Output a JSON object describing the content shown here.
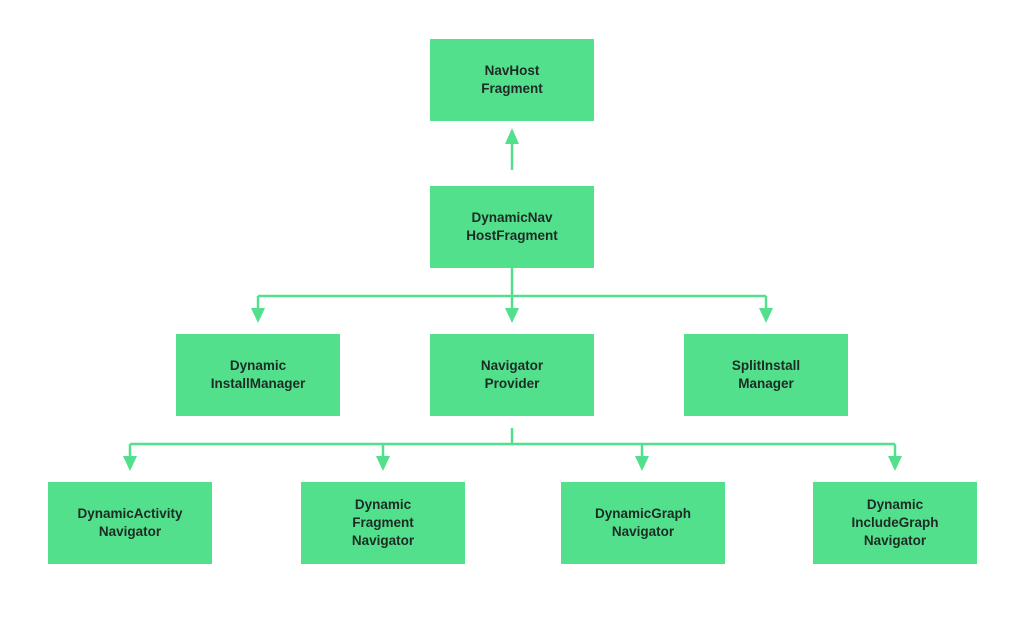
{
  "diagram": {
    "colors": {
      "node_fill": "#52e08d",
      "connector": "#52e08d",
      "text": "#1d2b24",
      "background": "#ffffff"
    },
    "nodes": {
      "navhost_fragment": {
        "line1": "NavHost",
        "line2": "Fragment",
        "line3": ""
      },
      "dynamic_navhost_fragment": {
        "line1": "DynamicNav",
        "line2": "HostFragment",
        "line3": ""
      },
      "dynamic_install_manager": {
        "line1": "Dynamic",
        "line2": "InstallManager",
        "line3": ""
      },
      "navigator_provider": {
        "line1": "Navigator",
        "line2": "Provider",
        "line3": ""
      },
      "split_install_manager": {
        "line1": "SplitInstall",
        "line2": "Manager",
        "line3": ""
      },
      "dynamic_activity_navigator": {
        "line1": "DynamicActivity",
        "line2": "Navigator",
        "line3": ""
      },
      "dynamic_fragment_navigator": {
        "line1": "Dynamic",
        "line2": "Fragment",
        "line3": "Navigator"
      },
      "dynamic_graph_navigator": {
        "line1": "DynamicGraph",
        "line2": "Navigator",
        "line3": ""
      },
      "dynamic_includegraph_navigator": {
        "line1": "Dynamic",
        "line2": "IncludeGraph",
        "line3": "Navigator"
      }
    }
  }
}
